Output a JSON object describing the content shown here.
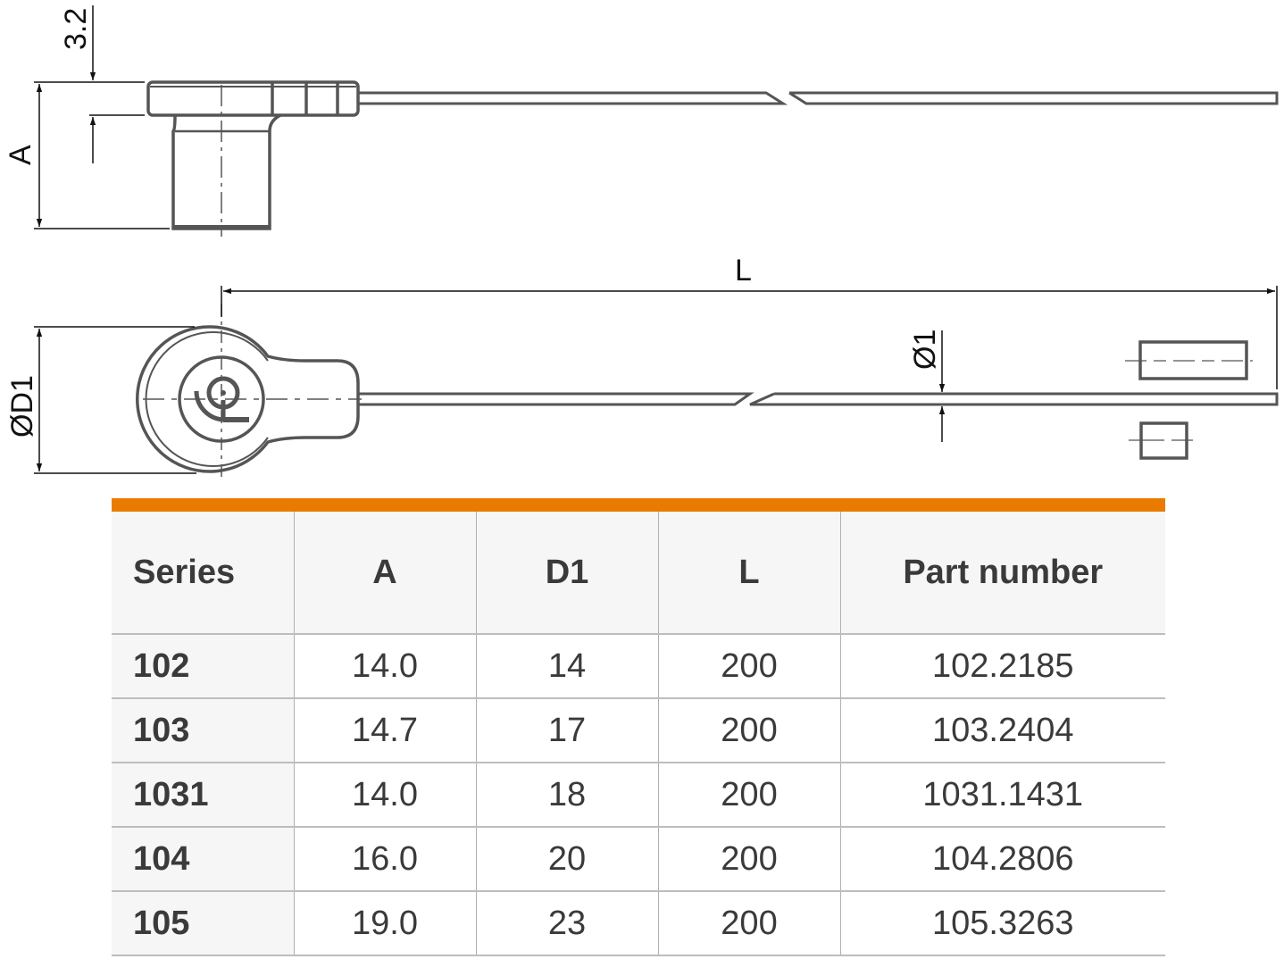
{
  "drawing": {
    "side_view": {
      "dim_flange_thickness": "3.2",
      "dim_height": "A"
    },
    "top_view": {
      "dim_length": "L",
      "dim_diameter": "ØD1",
      "dim_wire_diameter": "Ø1"
    }
  },
  "table": {
    "accent_color": "#e97c00",
    "headers": [
      "Series",
      "A",
      "D1",
      "L",
      "Part number"
    ],
    "rows": [
      [
        "102",
        "14.0",
        "14",
        "200",
        "102.2185"
      ],
      [
        "103",
        "14.7",
        "17",
        "200",
        "103.2404"
      ],
      [
        "1031",
        "14.0",
        "18",
        "200",
        "1031.1431"
      ],
      [
        "104",
        "16.0",
        "20",
        "200",
        "104.2806"
      ],
      [
        "105",
        "19.0",
        "23",
        "200",
        "105.3263"
      ]
    ]
  }
}
